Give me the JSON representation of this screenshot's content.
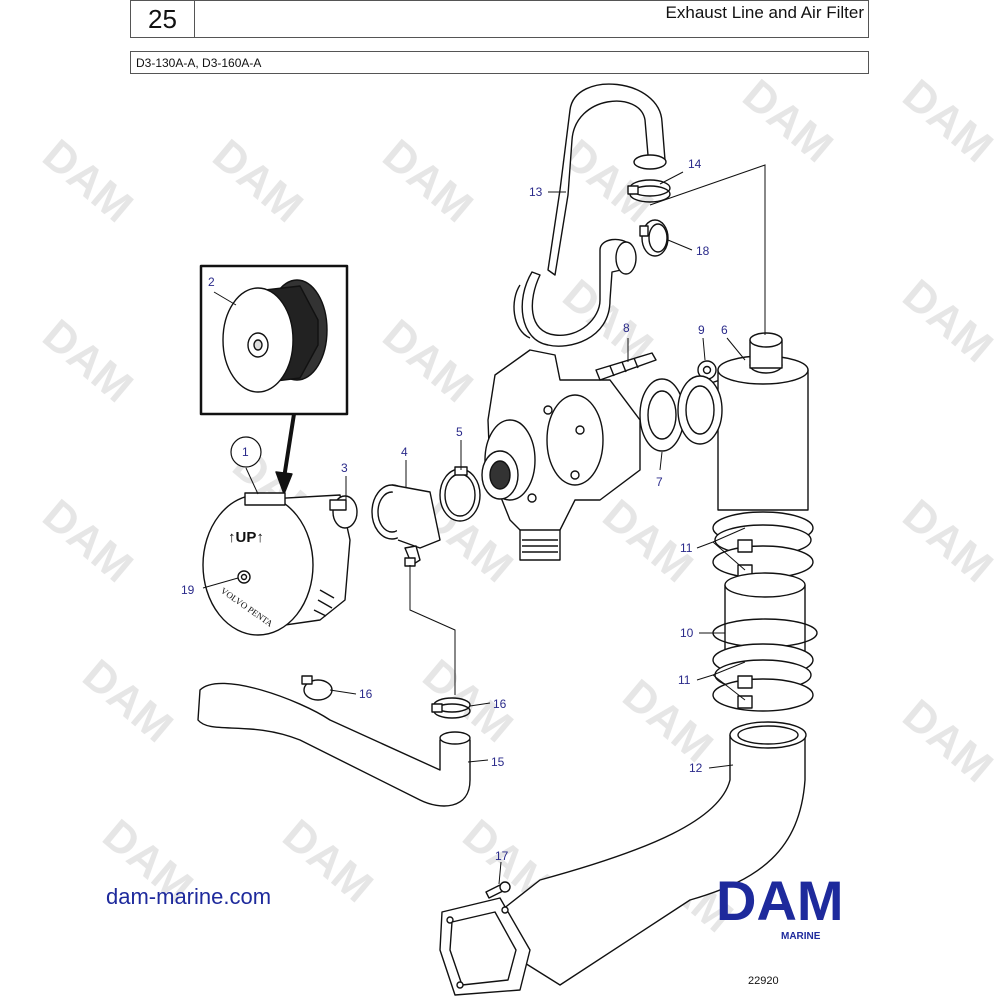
{
  "header": {
    "page_number": "25",
    "title": "Exhaust Line and Air Filter",
    "models": "D3-130A-A, D3-160A-A"
  },
  "watermark": {
    "text": "DAM"
  },
  "callouts": {
    "c1": "1",
    "c2": "2",
    "c3": "3",
    "c4": "4",
    "c5": "5",
    "c6": "6",
    "c7": "7",
    "c8": "8",
    "c9": "9",
    "c10": "10",
    "c11a": "11",
    "c11b": "11",
    "c12": "12",
    "c13": "13",
    "c14": "14",
    "c15": "15",
    "c16a": "16",
    "c16b": "16",
    "c17": "17",
    "c18": "18",
    "c19": "19"
  },
  "part_labels": {
    "up": "↑UP↑",
    "brand": "VOLVO PENTA"
  },
  "footer": {
    "website": "dam-marine.com",
    "logo_main": "DAM",
    "logo_sub": "MARINE",
    "drawing_number": "22920"
  },
  "colors": {
    "brand_blue": "#1e2a9c",
    "callout_blue": "#2a2a8a",
    "watermark": "#e6e6e6"
  }
}
